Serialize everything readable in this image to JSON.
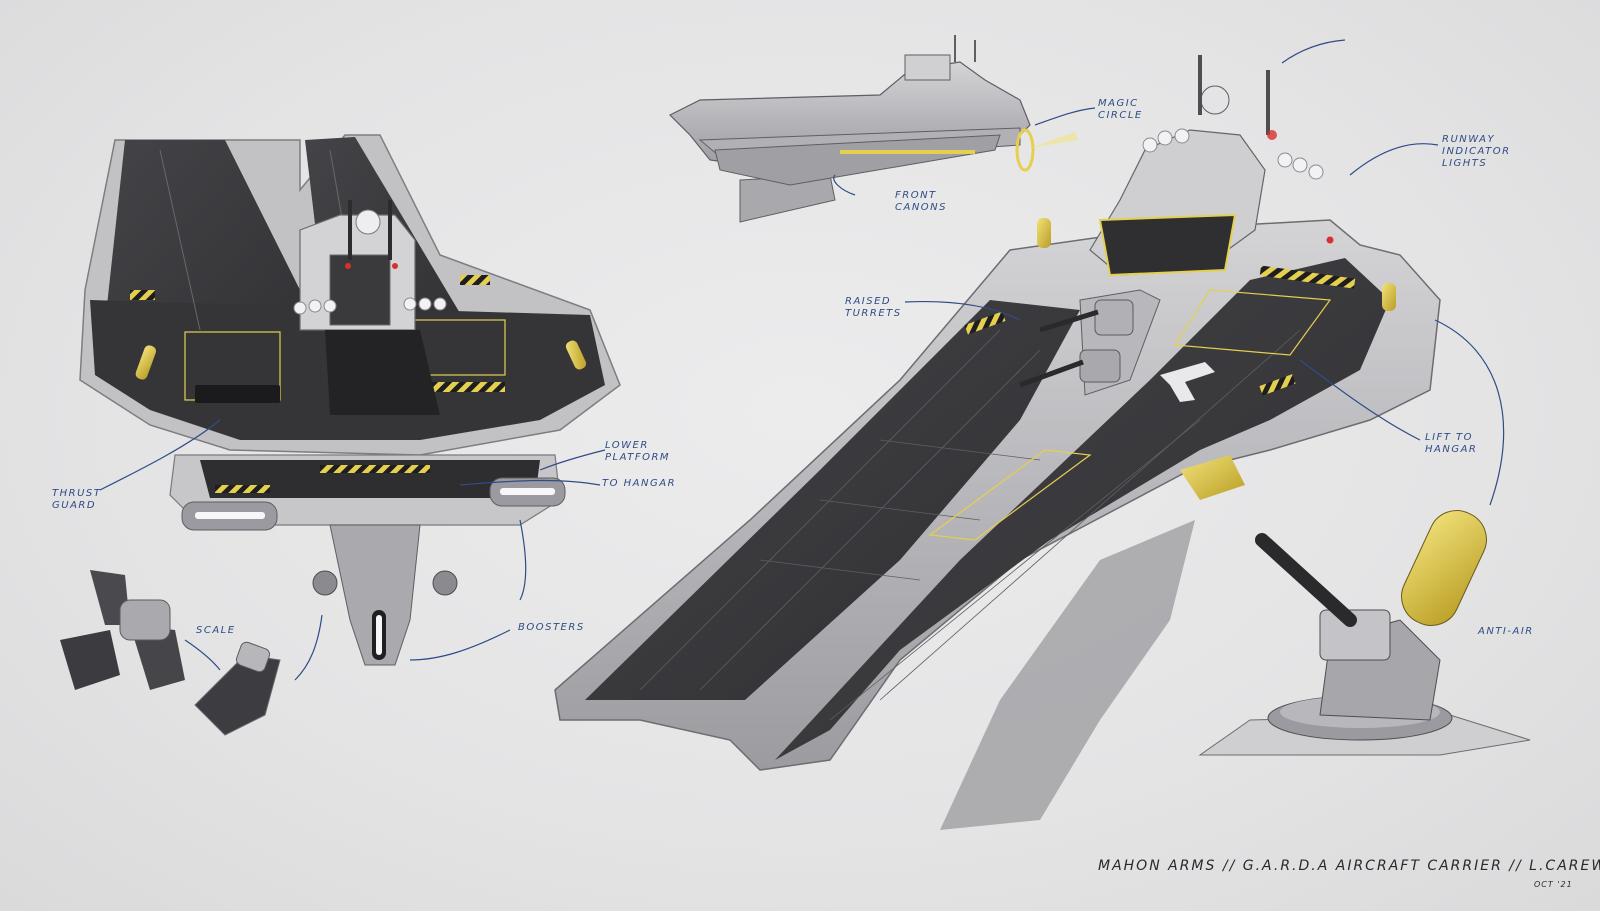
{
  "palette": {
    "deck": "#3a3a3d",
    "hull": "#c6c6c9",
    "hull_shadow": "#8d8d92",
    "accent_yellow": "#e5cf4e",
    "ink": "#2f4c86",
    "warning_red": "#d8312d"
  },
  "annotations": {
    "magic_circle": [
      "MAGIC",
      "CIRCLE"
    ],
    "front_canons": [
      "FRONT",
      "CANONS"
    ],
    "runway_lights": [
      "RUNWAY",
      "INDICATOR",
      "LIGHTS"
    ],
    "raised_turrets": [
      "RAISED",
      "TURRETS"
    ],
    "lift_to_hangar": [
      "LIFT TO",
      "HANGAR"
    ],
    "anti_air": "ANTI-AIR",
    "lower_platform": [
      "LOWER",
      "PLATFORM"
    ],
    "to_hangar": "TO HANGAR",
    "thrust_guard": [
      "THRUST",
      "GUARD"
    ],
    "boosters": "BOOSTERS",
    "scale": "SCALE"
  },
  "title_block": {
    "text": "MAHON ARMS // G.A.R.D.A AIRCRAFT CARRIER // L.CAREW",
    "date": "OCT '21"
  }
}
